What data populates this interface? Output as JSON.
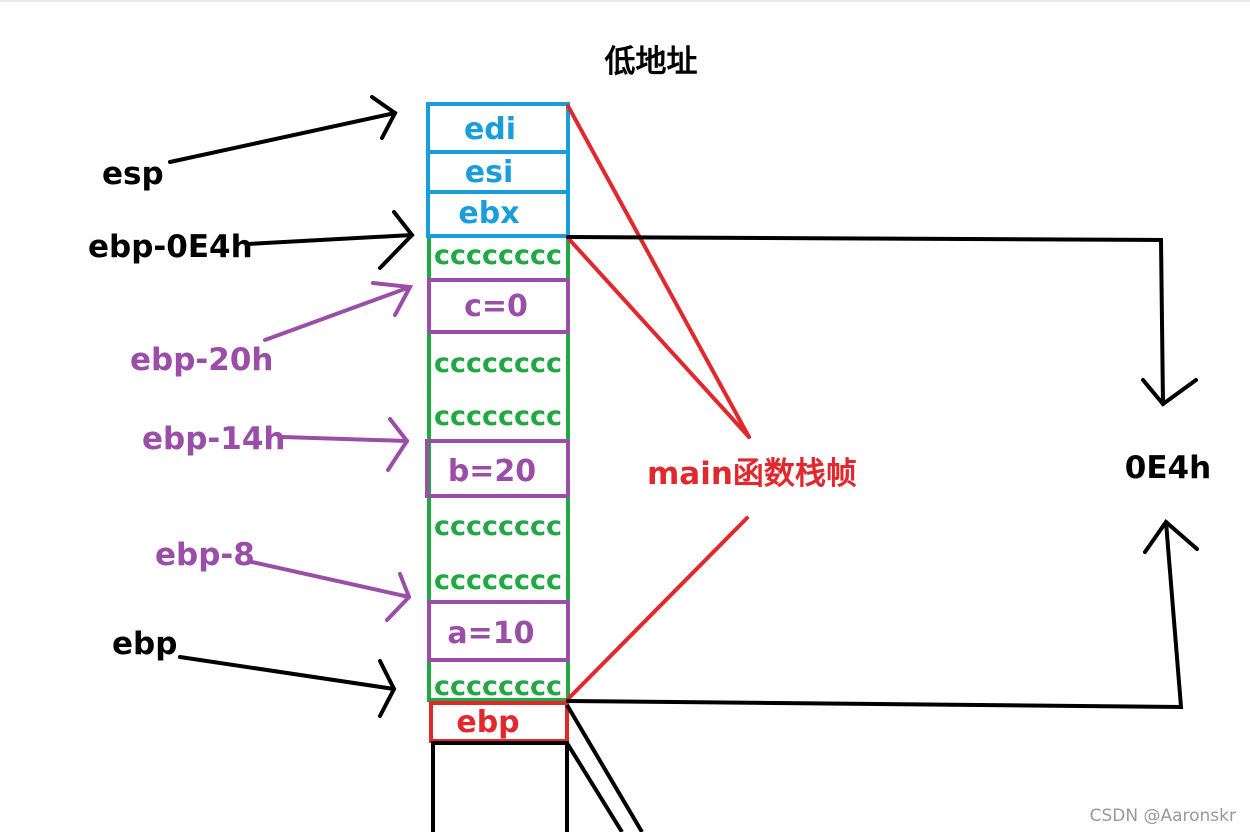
{
  "title": "低地址",
  "stack": {
    "edi": "edi",
    "esi": "esi",
    "ebx": "ebx",
    "cc_1": "cccccccc",
    "c": "c=0",
    "cc_2": "cccccccc",
    "cc_3": "cccccccc",
    "b": "b=20",
    "cc_4": "cccccccc",
    "cc_5": "cccccccc",
    "a": "a=10",
    "cc_6": "cccccccc",
    "ebp": "ebp"
  },
  "labels": {
    "esp": "esp",
    "ebp_0e4h": "ebp-0E4h",
    "ebp_20h": "ebp-20h",
    "ebp_14h": "ebp-14h",
    "ebp_8": "ebp-8",
    "ebp": "ebp",
    "frame": "main函数栈帧",
    "size": "0E4h"
  },
  "watermark": "CSDN @Aaronskr",
  "colors": {
    "blue": "#1a9ddb",
    "green": "#22a843",
    "purple": "#9b4ea8",
    "red": "#e0282e",
    "black": "#000000"
  }
}
